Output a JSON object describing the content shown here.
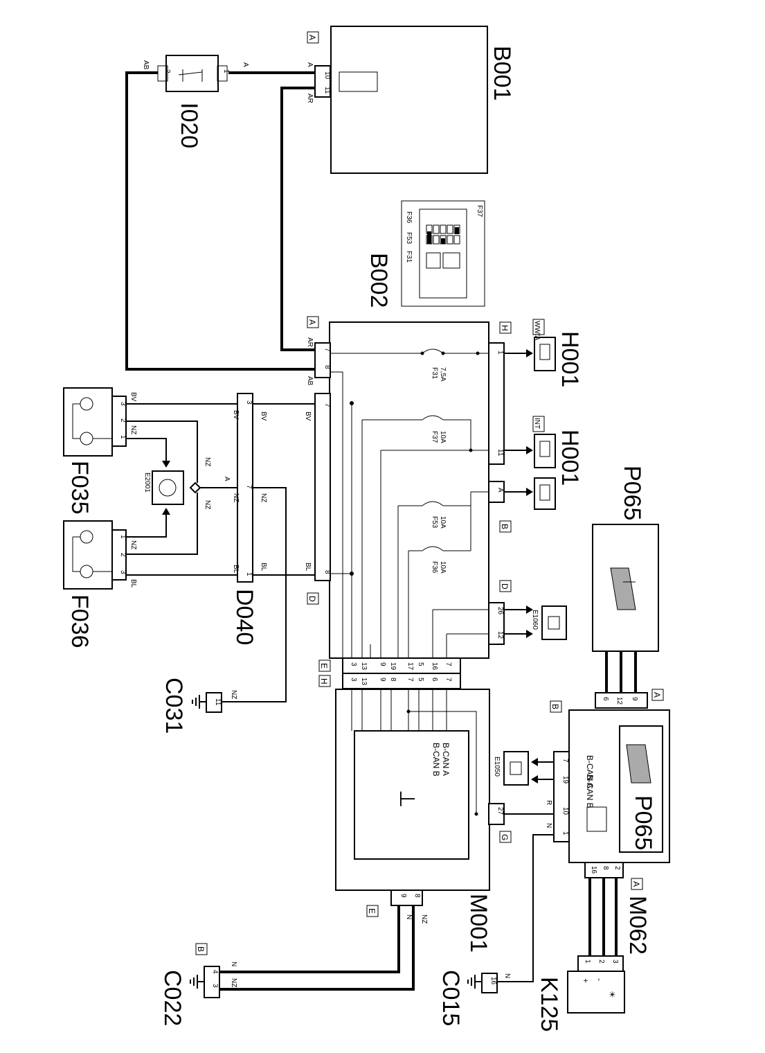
{
  "components": {
    "B001": "B001",
    "I020": "I020",
    "B002": "B002",
    "H001": "H001",
    "P065": "P065",
    "F035": "F035",
    "F036": "F036",
    "D040": "D040",
    "C031": "C031",
    "M001": "M001",
    "M062": "M062",
    "C022": "C022",
    "C015": "C015",
    "K125": "K125"
  },
  "fuses": {
    "F31": "F31",
    "F31_rating": "7,5A",
    "F37": "F37",
    "F37_rating": "10A",
    "F53": "F53",
    "F53_rating": "10A",
    "F36": "F36",
    "F36_rating": "10A"
  },
  "fusebox_labels": {
    "F36": "F36",
    "F53": "F53",
    "F31": "F31",
    "F37": "F37"
  },
  "connector_tags": {
    "A": "A",
    "B": "B",
    "D": "D",
    "E": "E",
    "G": "G",
    "H": "H"
  },
  "can": {
    "b_can_a": "B-CAN A",
    "b_can_b": "B-CAN B"
  },
  "lamps": {
    "E2001": "E2001",
    "E1050": "E1050",
    "E1060": "E1060"
  },
  "h001_tags": {
    "top": "WW/A",
    "mid": "INT"
  },
  "wires": {
    "A": "A",
    "AB": "AB",
    "AR": "AR",
    "BV": "BV",
    "NZ": "NZ",
    "BL": "BL",
    "N": "N",
    "R": "R"
  },
  "pins": {
    "b001_10": "10",
    "b001_11": "11",
    "i020_1": "1",
    "i020_2": "2",
    "b002_7": "7",
    "b002_8": "8",
    "b002_7b": "7",
    "b002_8b": "8",
    "b002_h1": "1",
    "b002_11": "11",
    "b002_a": "A",
    "b002_26": "26",
    "b002_12": "12",
    "d040_3": "3",
    "d040_7": "7",
    "d040_1": "1",
    "f_3": "3",
    "f_2": "2",
    "f_1": "1",
    "c031_11": "11",
    "p065_6": "6",
    "p065_12": "12",
    "p065_9": "9",
    "m062_7": "7",
    "m062_19": "19",
    "m062_10": "10",
    "m062_1": "1",
    "m062_16": "16",
    "m062_8": "8",
    "m062_2": "2",
    "m001_27": "27",
    "m001_9": "9",
    "m001_8": "8",
    "k125_1": "1",
    "k125_2": "2",
    "k125_3": "3",
    "c022_4": "4",
    "c022_3": "3",
    "c015_16": "16"
  },
  "bus_pins": [
    "3",
    "13",
    "9",
    "19",
    "17",
    "5",
    "16",
    "7"
  ],
  "bus_pins_lower": [
    "3",
    "13",
    "9",
    "8",
    "7",
    "5",
    "6",
    "7"
  ],
  "k125_symbols": {
    "plus": "+",
    "minus": "-",
    "sun": "☀"
  }
}
